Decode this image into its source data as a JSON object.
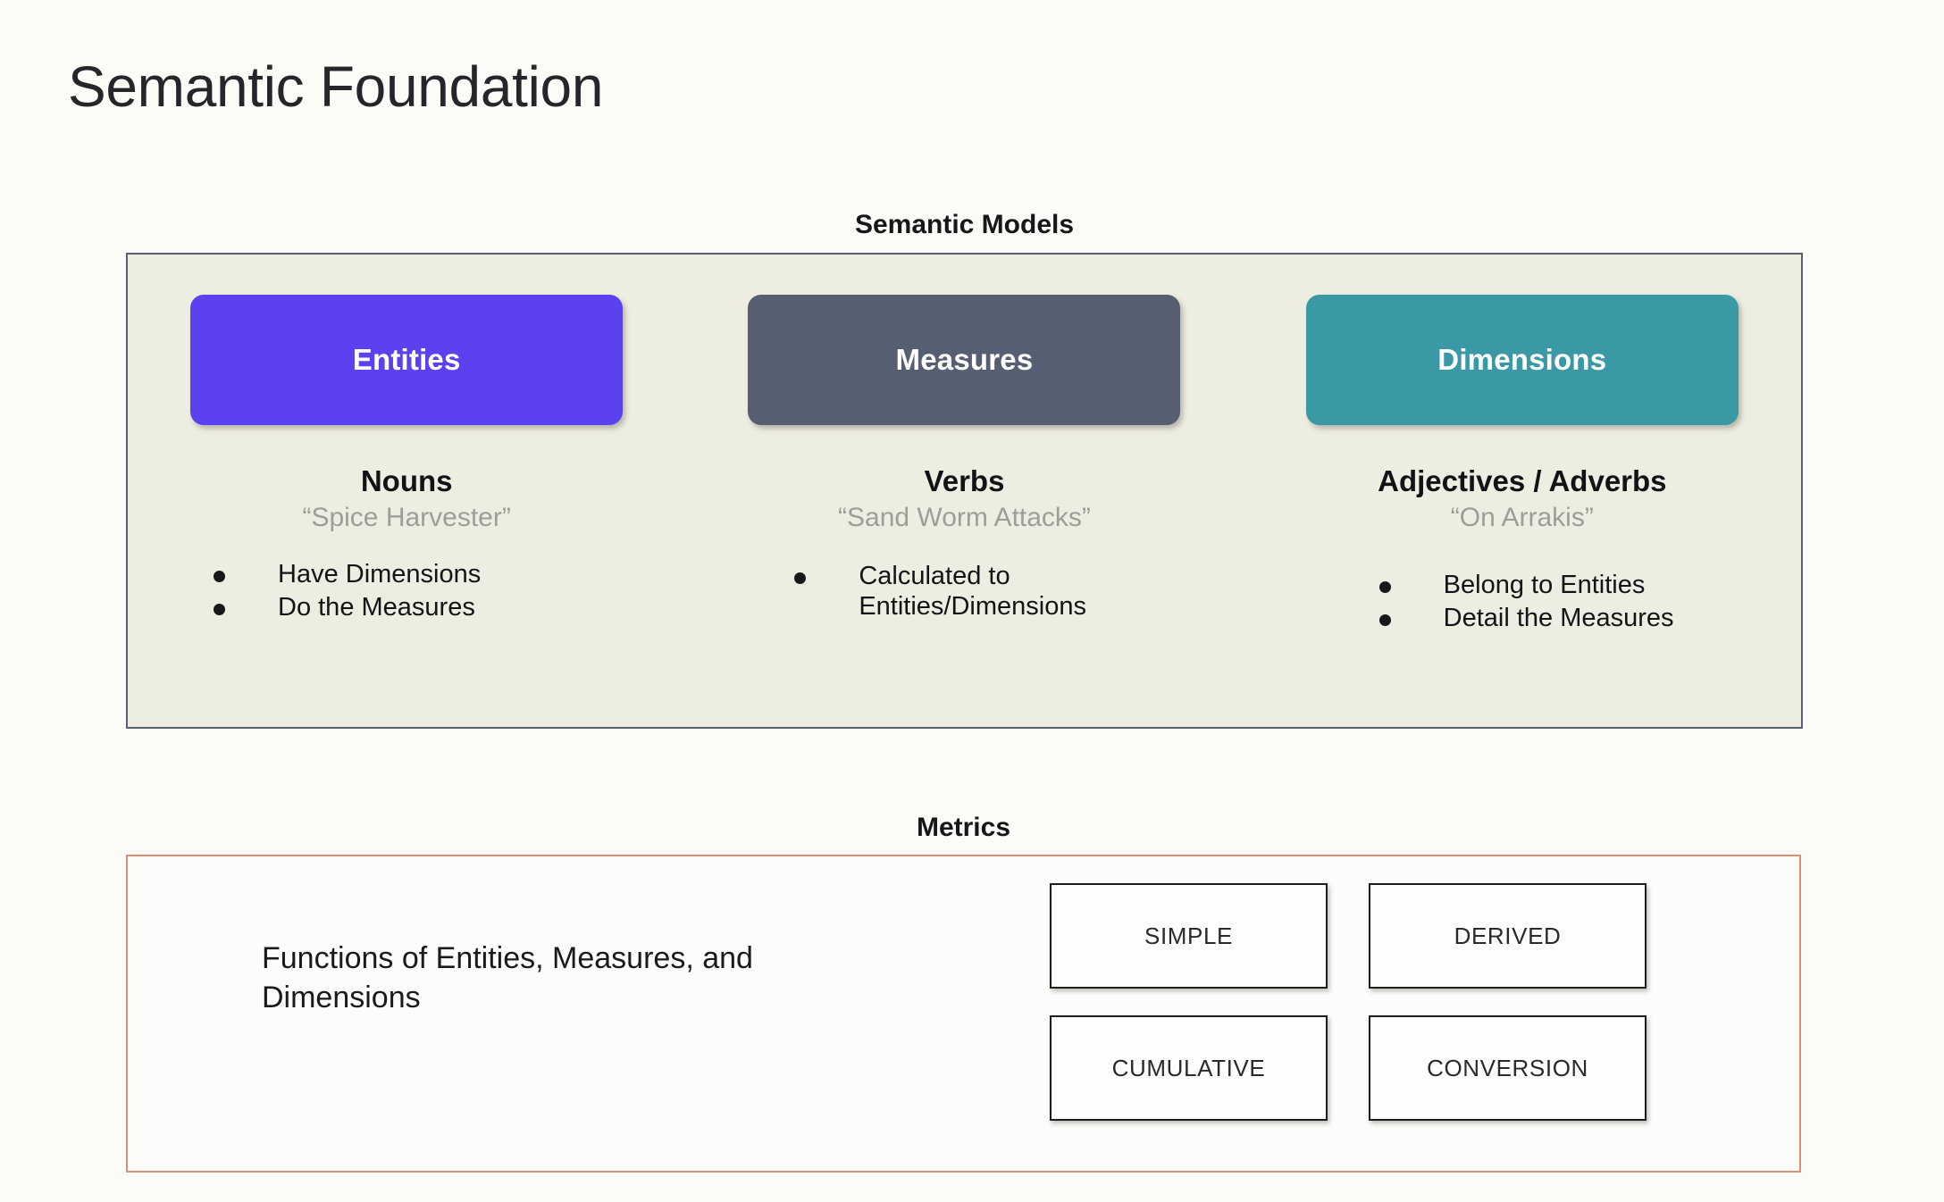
{
  "slide": {
    "title": "Semantic Foundation",
    "background_color": "#fbfbf8"
  },
  "semantic_models": {
    "caption": "Semantic Models",
    "panel_background": "#eeede1",
    "panel_border_color": "#575f70",
    "columns": [
      {
        "pill_label": "Entities",
        "pill_color": "#5b42ee",
        "part_of_speech": "Nouns",
        "example": "“Spice Harvester”",
        "bullets": [
          "Have Dimensions",
          "Do the Measures"
        ]
      },
      {
        "pill_label": "Measures",
        "pill_color": "#565f72",
        "part_of_speech": "Verbs",
        "example": "“Sand Worm Attacks”",
        "bullets": [
          "Calculated to Entities/Dimensions"
        ]
      },
      {
        "pill_label": "Dimensions",
        "pill_color": "#3a99a5",
        "part_of_speech": "Adjectives / Adverbs",
        "example": "“On Arrakis”",
        "bullets": [
          "Belong to Entities",
          "Detail the Measures"
        ]
      }
    ]
  },
  "metrics": {
    "caption": "Metrics",
    "panel_border_color": "#db8d76",
    "description": "Functions of Entities, Measures, and Dimensions",
    "types": [
      "SIMPLE",
      "DERIVED",
      "CUMULATIVE",
      "CONVERSION"
    ]
  }
}
